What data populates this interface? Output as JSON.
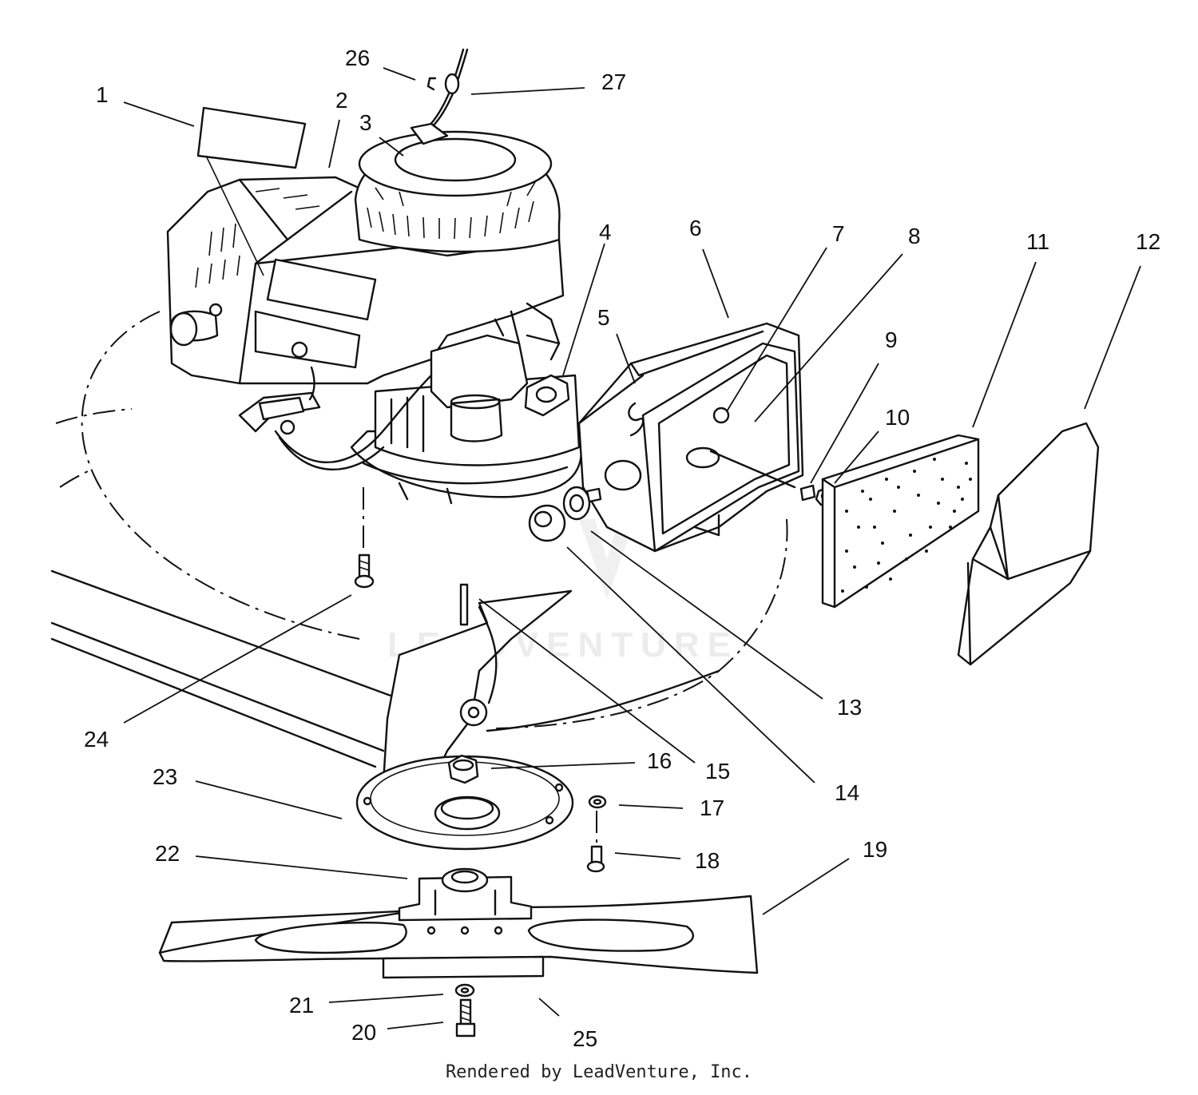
{
  "credit": "Rendered by LeadVenture, Inc.",
  "watermark": "LEADVENTURE",
  "callouts": [
    "1",
    "2",
    "3",
    "4",
    "5",
    "6",
    "7",
    "8",
    "9",
    "10",
    "11",
    "12",
    "13",
    "14",
    "15",
    "16",
    "17",
    "18",
    "19",
    "20",
    "21",
    "22",
    "23",
    "24",
    "25",
    "26",
    "27"
  ],
  "colors": {
    "line": "#111111",
    "background": "#ffffff",
    "watermark": "#ececec"
  }
}
